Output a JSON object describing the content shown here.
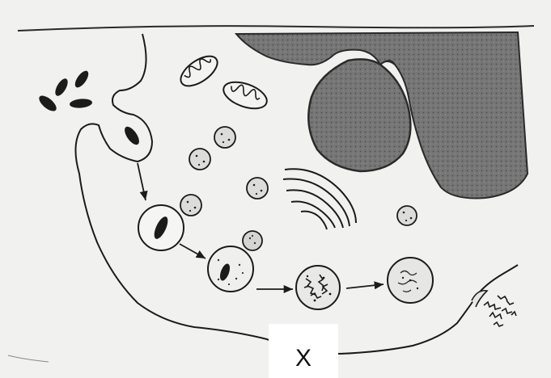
{
  "figure": {
    "label": "X",
    "colors": {
      "paper": "#f1f1ef",
      "ink": "#1b1b1b",
      "nucleus_fill": "#6b6b6b",
      "label_bg": "#ffffff"
    },
    "parts": [
      "bacteria",
      "cell-membrane",
      "phagosome",
      "lysosome-fusion",
      "digestion-vesicle",
      "residual-body",
      "exocytosis-debris",
      "nucleus",
      "mitochondria",
      "golgi-apparatus",
      "lysosomes"
    ]
  }
}
